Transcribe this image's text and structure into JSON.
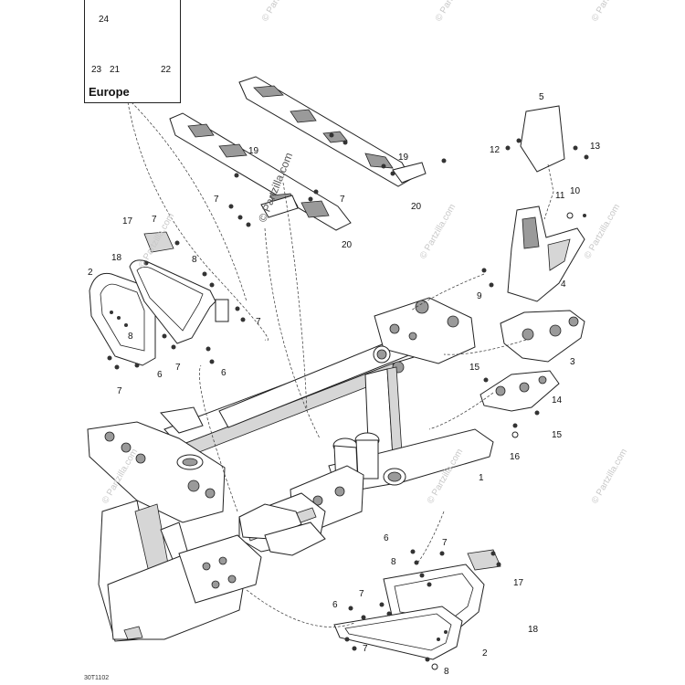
{
  "inset": {
    "label": "Europe"
  },
  "callouts": {
    "c24": "24",
    "c23": "23",
    "c21": "21",
    "c22": "22",
    "c19a": "19",
    "c19b": "19",
    "c20a": "20",
    "c20b": "20",
    "c7a": "7",
    "c7b": "7",
    "c5": "5",
    "c12": "12",
    "c13": "13",
    "c11": "11",
    "c10": "10",
    "c9": "9",
    "c4": "4",
    "c3": "3",
    "c17a": "17",
    "c7c": "7",
    "c18a": "18",
    "c8a": "8",
    "c2a": "2",
    "c7d": "7",
    "c8b": "8",
    "c6a": "6",
    "c7e": "7",
    "c7f": "7",
    "c6b": "6",
    "c15a": "15",
    "c14": "14",
    "c15b": "15",
    "c16": "16",
    "c1": "1",
    "c6c": "6",
    "c7g": "7",
    "c8c": "8",
    "c17b": "17",
    "c6d": "6",
    "c7h": "7",
    "c18b": "18",
    "c7i": "7",
    "c2b": "2",
    "c8d": "8"
  },
  "watermarks": {
    "main": "© Partzilla.com",
    "repeat": "© Partzilla.com"
  },
  "doc_ref": "30T1102"
}
